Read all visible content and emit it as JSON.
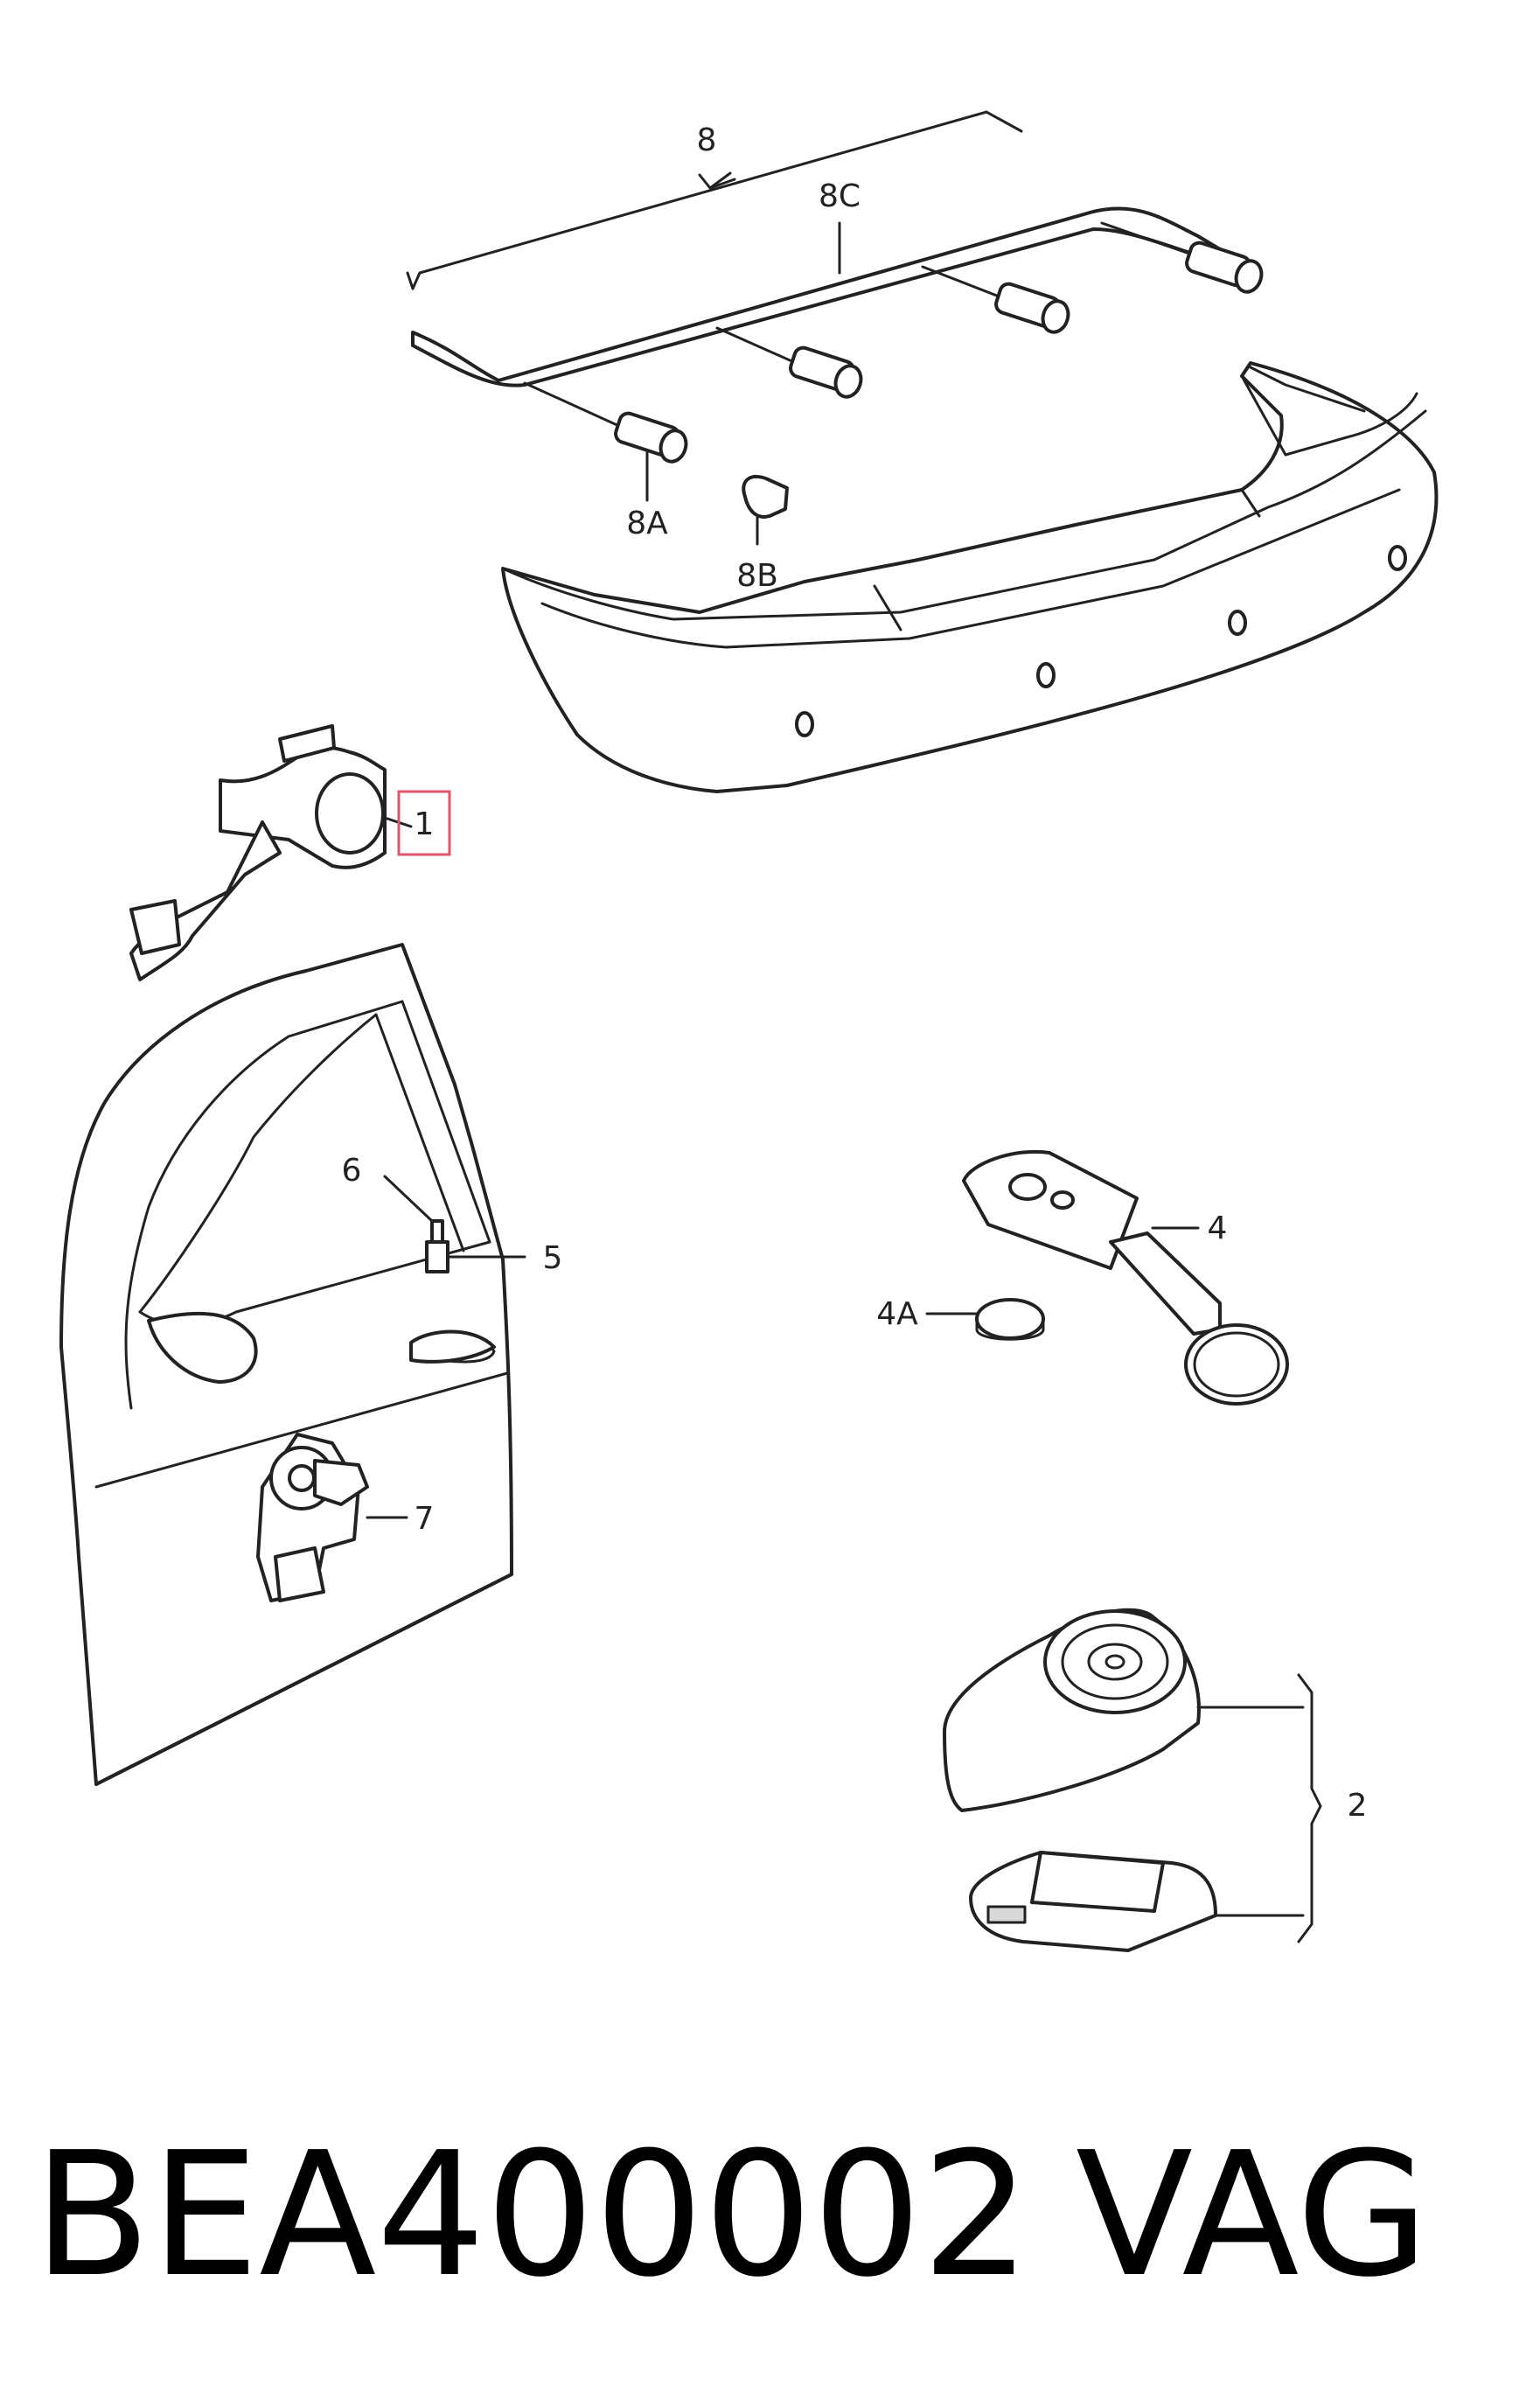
{
  "labels": {
    "l8": "8",
    "l8C": "8C",
    "l8A": "8A",
    "l8B": "8B",
    "l1": "1",
    "l6": "6",
    "l5": "5",
    "l4": "4",
    "l4A": "4A",
    "l7": "7",
    "l2": "2"
  },
  "caption": {
    "part_number": "BEA400002",
    "brand": "VAG"
  },
  "colors": {
    "highlight_box": "#e0556a",
    "ink": "#222222"
  }
}
